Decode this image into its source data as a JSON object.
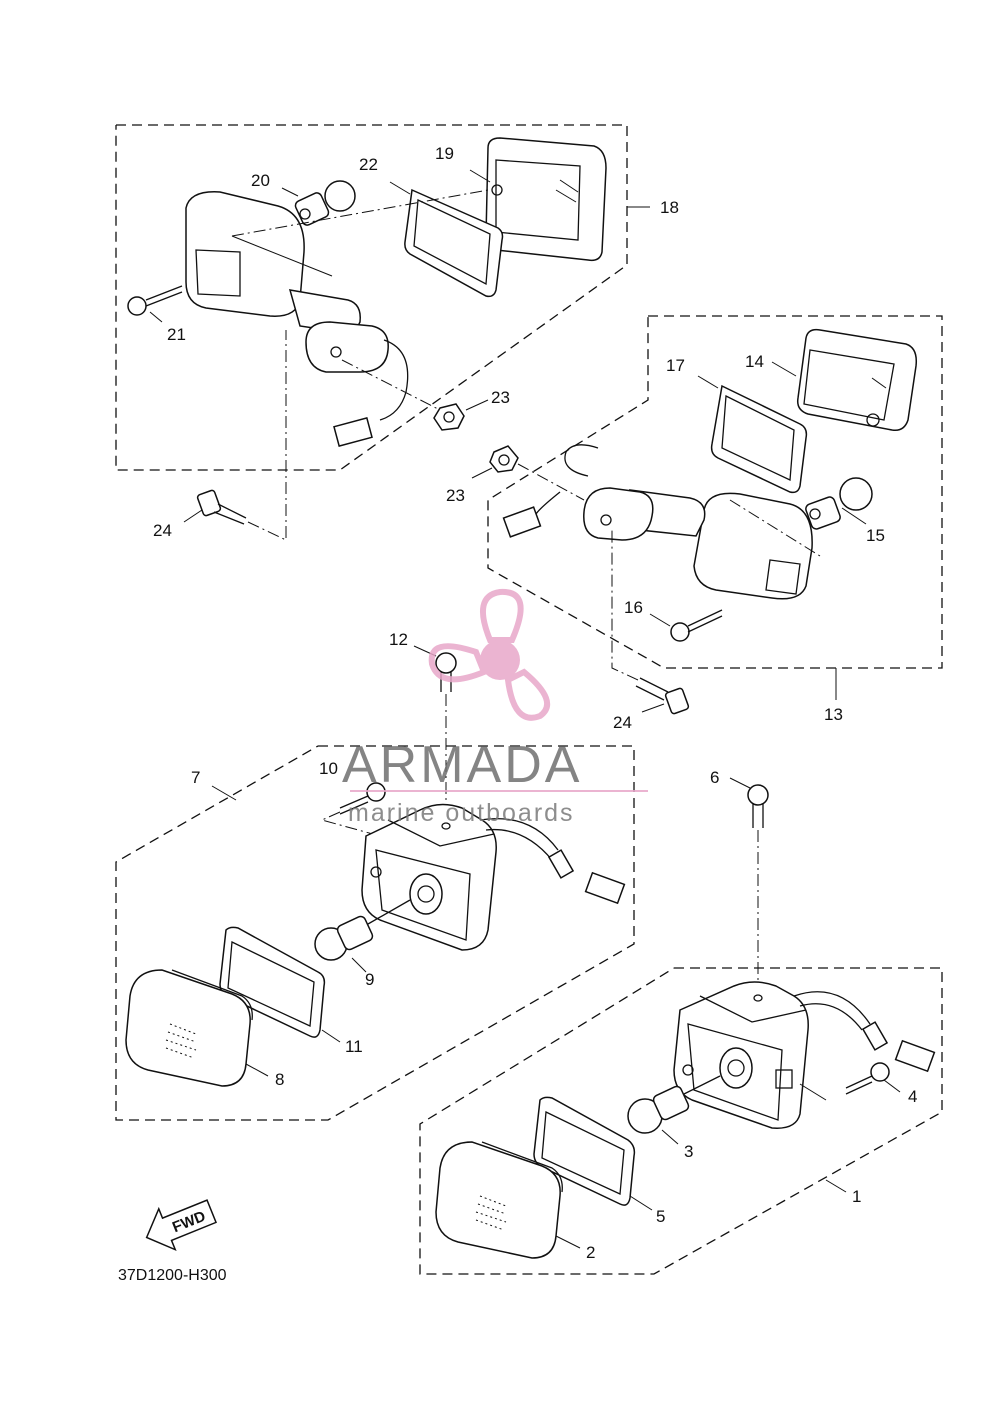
{
  "diagram": {
    "callouts": [
      "1",
      "2",
      "3",
      "4",
      "5",
      "6",
      "7",
      "8",
      "9",
      "10",
      "11",
      "12",
      "13",
      "14",
      "15",
      "16",
      "17",
      "18",
      "19",
      "20",
      "21",
      "22",
      "23",
      "23",
      "24",
      "24"
    ],
    "drawing_code": "37D1200-H300",
    "fwd_label": "FWD"
  },
  "watermark": {
    "title": "ARMADA",
    "subtitle": "marine outboards",
    "accent_color": "#e8a7c9",
    "icon": "propeller-logo-icon"
  }
}
